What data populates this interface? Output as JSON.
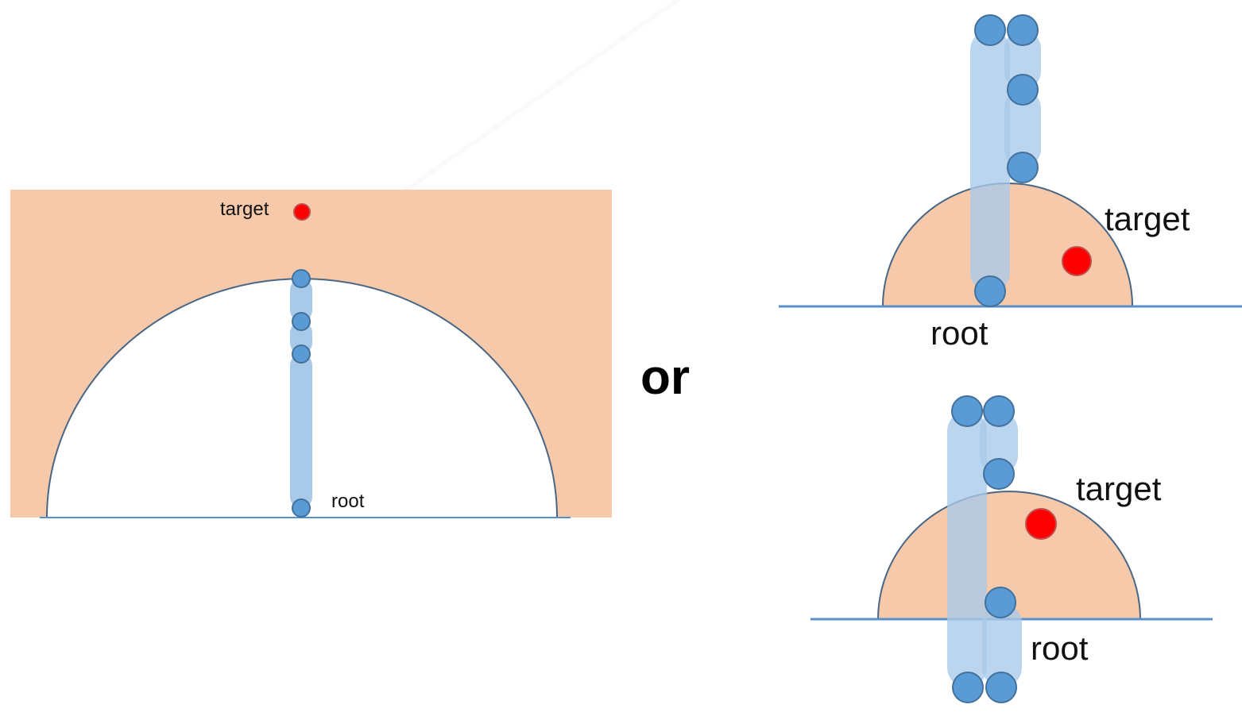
{
  "colors": {
    "reachable_fill": "#f5c9aa",
    "background": "#ffffff",
    "bone_fill": "#a9c9e9",
    "joint_fill": "#5b9bd5",
    "joint_stroke": "#41719c",
    "arc_stroke": "#4a6685",
    "ground_line": "#5b8fc9",
    "target_fill": "#ff0000",
    "target_stroke": "#c0504d"
  },
  "left_diagram": {
    "target_label": "target",
    "root_label": "root"
  },
  "separator_label": "or",
  "right_top_diagram": {
    "target_label": "target",
    "root_label": "root"
  },
  "right_bottom_diagram": {
    "target_label": "target",
    "root_label": "root"
  }
}
